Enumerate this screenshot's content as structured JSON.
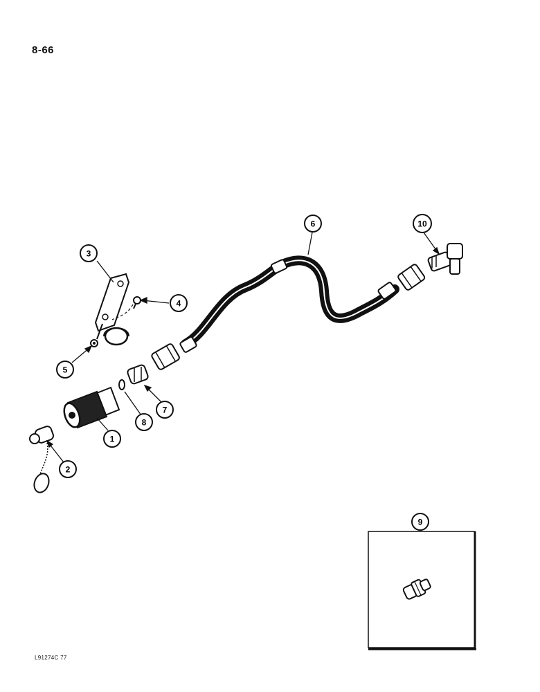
{
  "page": {
    "number": "8-66",
    "figure_code": "L91274C 77"
  },
  "callouts": {
    "c1": "1",
    "c2": "2",
    "c3": "3",
    "c4": "4",
    "c5": "5",
    "c6": "6",
    "c7": "7",
    "c8": "8",
    "c9": "9",
    "c10": "10"
  },
  "colors": {
    "ink": "#111111",
    "paper": "#ffffff"
  }
}
